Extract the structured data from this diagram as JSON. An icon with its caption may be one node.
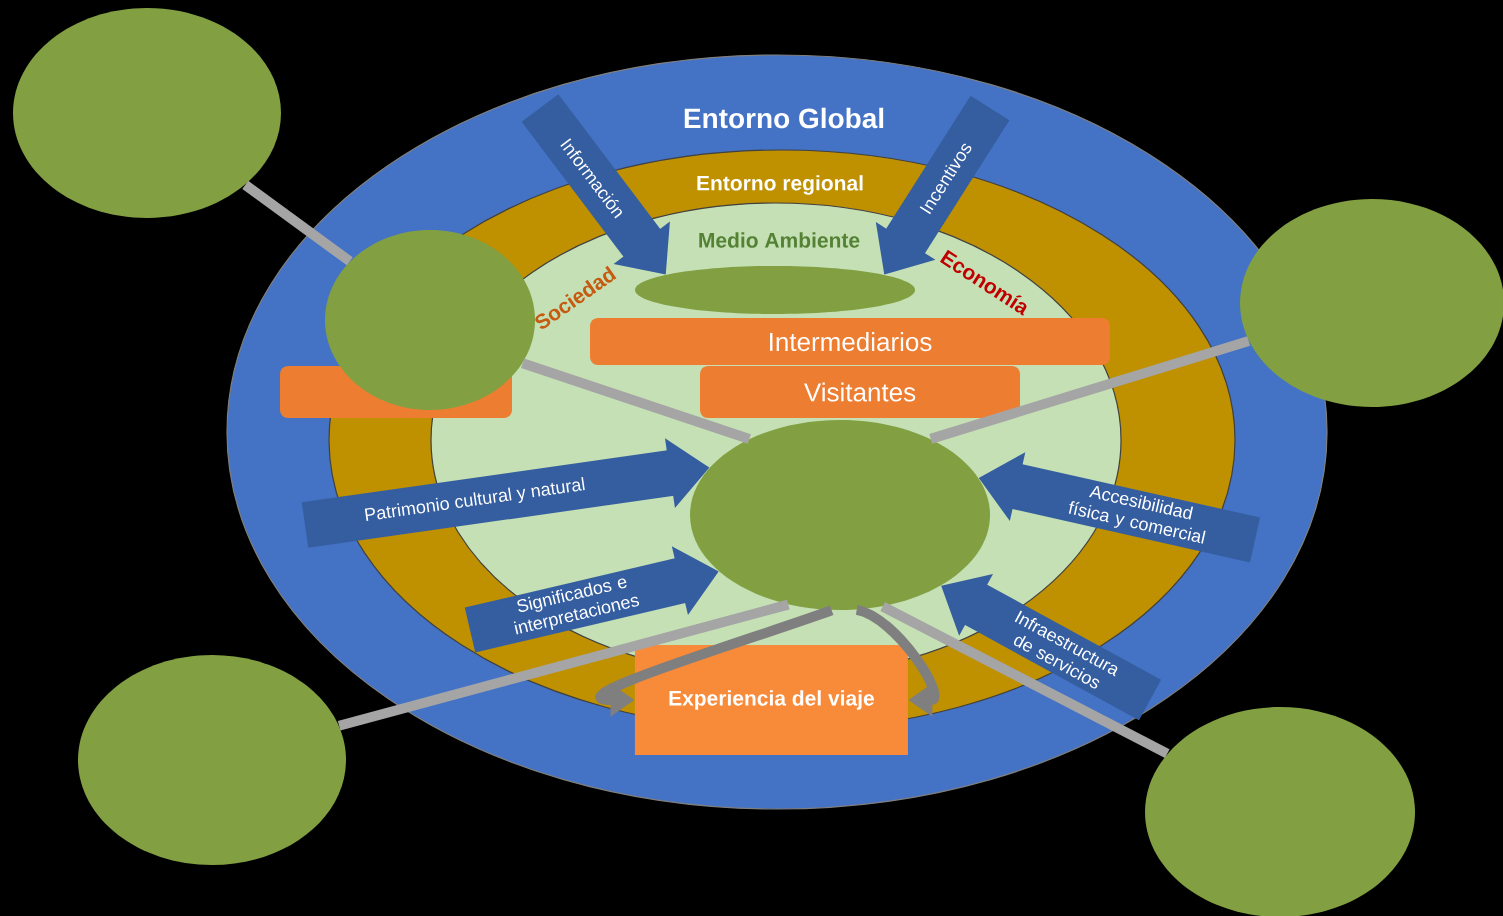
{
  "diagram": {
    "nodes": [
      {
        "text": [
          "Entorno Global"
        ]
      },
      {
        "text": [
          "Entorno regional"
        ],
        "in": 0
      },
      {
        "text": [
          "Medio Ambiente"
        ],
        "in": 1
      },
      {
        "text": [],
        "shape": "circle",
        "in": 2
      },
      {
        "text": [
          "Intermediarios"
        ],
        "in": 2
      },
      {
        "text": [],
        "shape": "bar",
        "in": 0
      },
      {
        "text": [
          "Visitantes"
        ],
        "in": 2
      },
      {
        "text": [
          "Experiencia del viaje"
        ],
        "in": 0
      },
      {
        "text": [],
        "shape": "circle",
        "in": 2
      },
      {
        "text": [],
        "shape": "circle",
        "in": 1
      },
      {
        "text": [],
        "shape": "circle"
      },
      {
        "text": [],
        "shape": "circle"
      },
      {
        "text": [],
        "shape": "circle"
      },
      {
        "text": [],
        "shape": "circle"
      }
    ],
    "edges": [
      {
        "from": 10,
        "to": 9,
        "arrow": "none",
        "color": "#a5a5a5"
      },
      {
        "from": 9,
        "to": 8,
        "arrow": "none",
        "color": "#a5a5a5"
      },
      {
        "from": 11,
        "to": 8,
        "arrow": "none",
        "color": "#a5a5a5"
      },
      {
        "from": 12,
        "to": 8,
        "arrow": "none",
        "color": "#a5a5a5"
      },
      {
        "from": 13,
        "to": 8,
        "arrow": "none",
        "color": "#a5a5a5"
      },
      {
        "from": 8,
        "to": 7,
        "arrow": "to",
        "color": "#7f7f7f"
      },
      {
        "from": 8,
        "to": 7,
        "arrow": "to",
        "color": "#7f7f7f"
      },
      {
        "from": null,
        "to": 3,
        "arrow": "to",
        "label": "Información",
        "style": "thick",
        "color": "#355ea0"
      },
      {
        "from": null,
        "to": 3,
        "arrow": "to",
        "label": "Incentivos",
        "style": "thick",
        "color": "#355ea0"
      },
      {
        "from": null,
        "to": 8,
        "arrow": "to",
        "label": "Patrimonio cultural y natural",
        "style": "thick",
        "color": "#355ea0"
      },
      {
        "from": null,
        "to": 8,
        "arrow": "to",
        "label": "Accesibilidad física y comercial",
        "style": "thick",
        "color": "#355ea0"
      },
      {
        "from": null,
        "to": 8,
        "arrow": "to",
        "label": "Significados e interpretaciones",
        "style": "thick",
        "color": "#355ea0"
      },
      {
        "from": null,
        "to": 8,
        "arrow": "to",
        "label": "Infraestructura de servicios",
        "style": "thick",
        "color": "#355ea0"
      }
    ],
    "labels": [
      "Sociedad",
      "Economía"
    ]
  }
}
